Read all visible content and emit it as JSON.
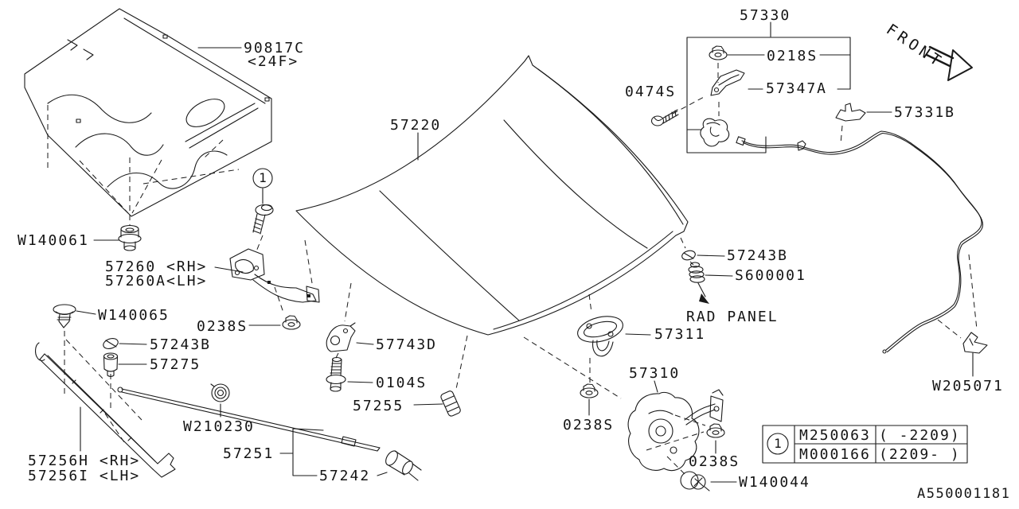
{
  "meta": {
    "background_color": "#ffffff",
    "line_color": "#1a1a1a",
    "drawing_code": "A550001181"
  },
  "annotations": {
    "front": "FRONT",
    "rad_panel": "RAD PANEL",
    "callout_symbol": "1"
  },
  "parts": {
    "insulator": "90817C",
    "insulator_spec": "<24F>",
    "hood": "57220",
    "screw_0474s": "0474S",
    "front_lock_assembly": "57330",
    "nut_0218s": "0218S",
    "bracket_57347a": "57347A",
    "cable_clip_57331b": "57331B",
    "bolt_w140061": "W140061",
    "hinge_rh": "57260 <RH>",
    "hinge_lh": "57260A<LH>",
    "clip_w140065": "W140065",
    "nut_0238s": "0238S",
    "plug_57243b": "57243B",
    "cushion_57275": "57275",
    "grommet_w210230": "W210230",
    "stay_rh": "57256H <RH>",
    "stay_lh": "57256I <LH>",
    "stay_rod": "57251",
    "rod_clamp": "57242",
    "bracket_57743d": "57743D",
    "bolt_0104s": "0104S",
    "cushion_57255": "57255",
    "screw_s600001": "S600001",
    "striker_57311": "57311",
    "lock_57310": "57310",
    "screw_w140044": "W140044",
    "clip_w205071": "W205071"
  },
  "note_table": {
    "symbol": "1",
    "rows": [
      {
        "part_no": "M250063",
        "applicability": "( -2209)"
      },
      {
        "part_no": "M000166",
        "applicability": "(2209- )"
      }
    ]
  }
}
